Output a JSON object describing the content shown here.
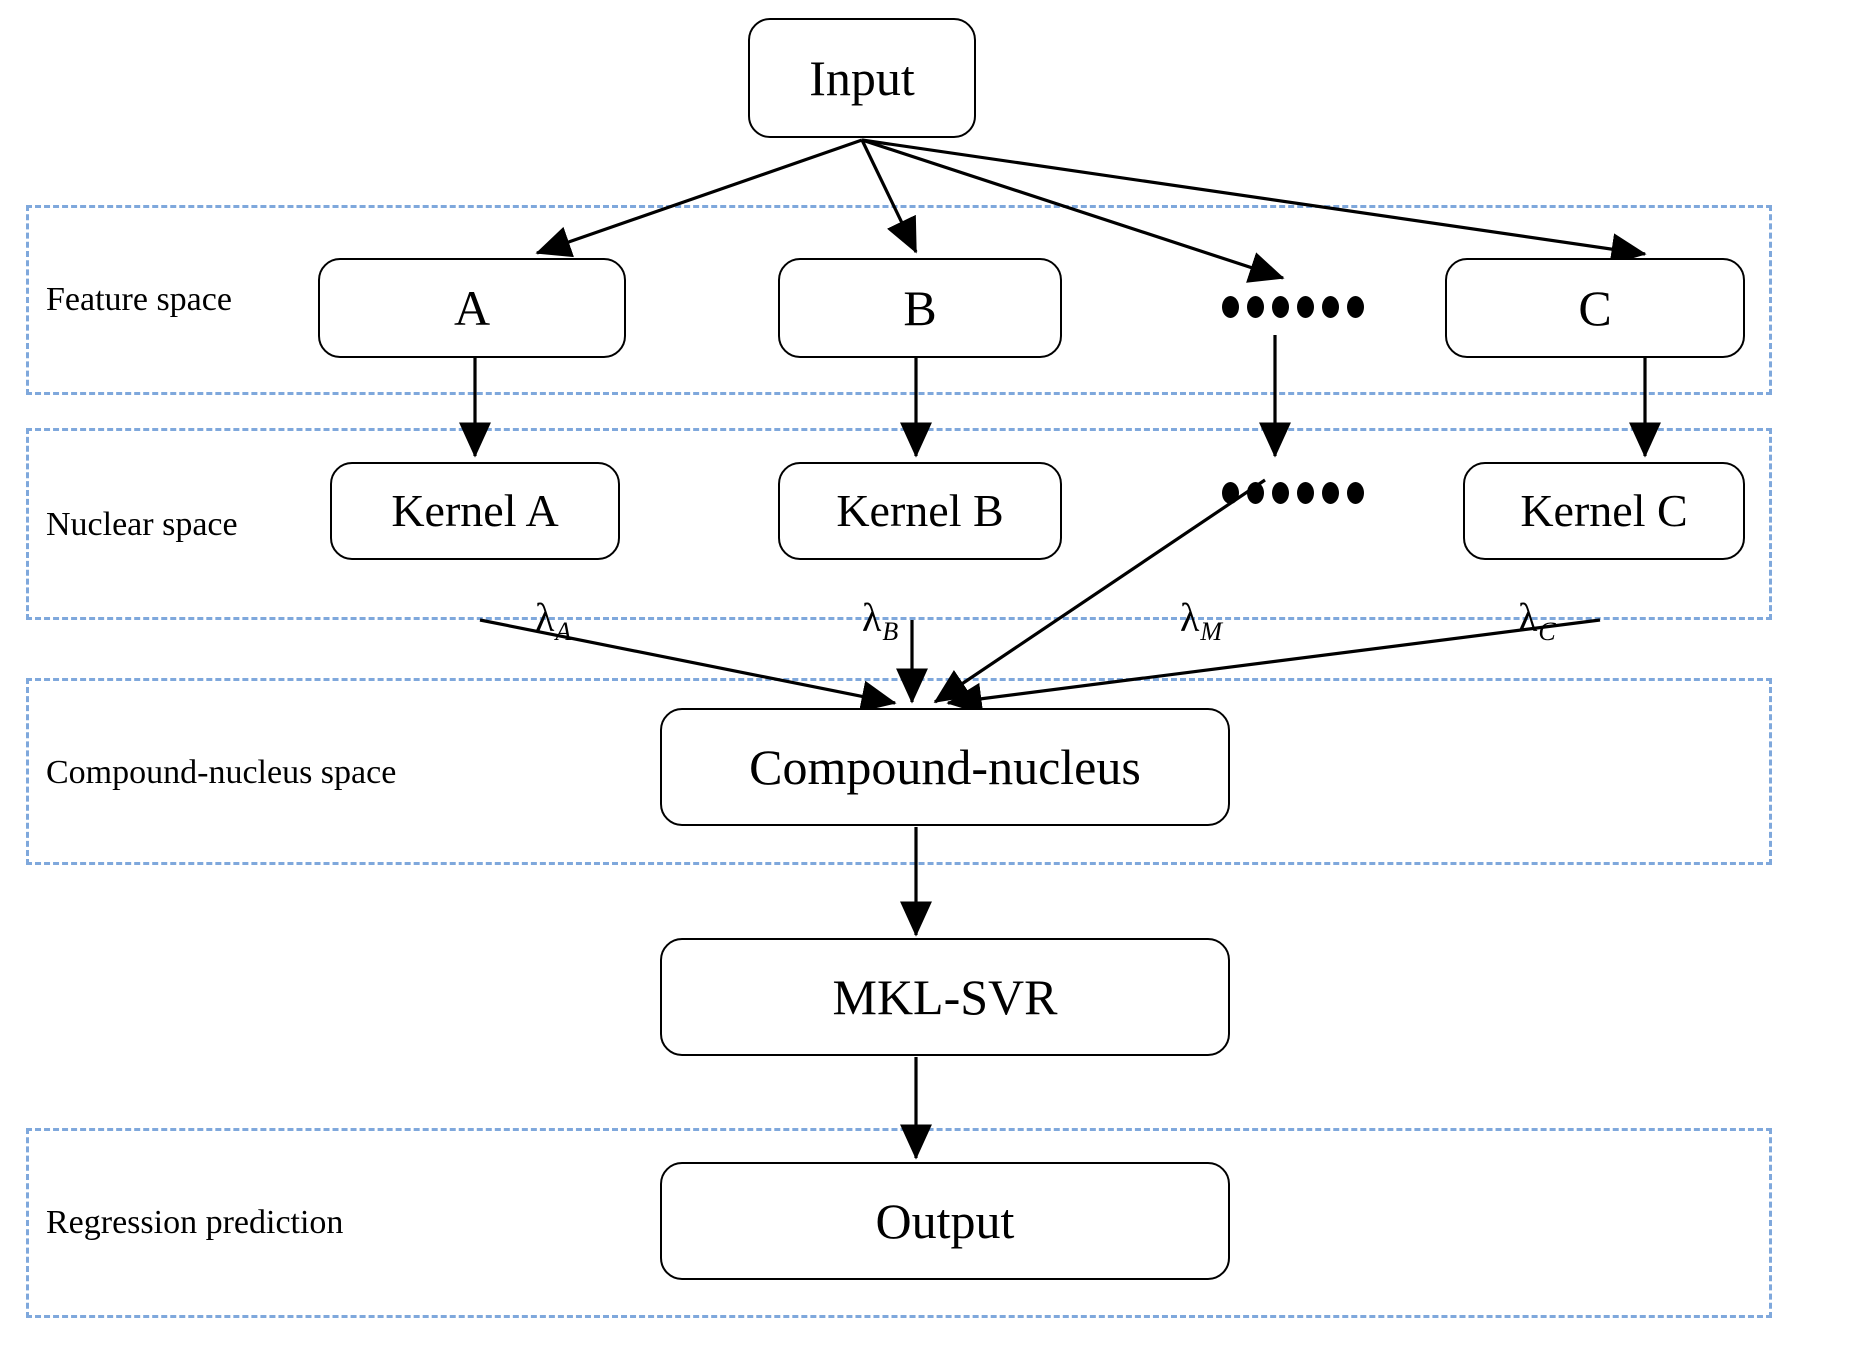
{
  "diagram": {
    "title": "MKL-SVR multiple kernel learning architecture",
    "accent_dashed_color": "#7FA8DC",
    "line_color": "#000000",
    "background": "#ffffff"
  },
  "regions": [
    {
      "key": "feature",
      "label": "Feature space"
    },
    {
      "key": "nuclear",
      "label": "Nuclear space"
    },
    {
      "key": "compound",
      "label": "Compound-nucleus space"
    },
    {
      "key": "regression",
      "label": "Regression prediction"
    }
  ],
  "nodes": {
    "input": "Input",
    "feature_a": "A",
    "feature_b": "B",
    "feature_c": "C",
    "kernel_a": "Kernel A",
    "kernel_b": "Kernel B",
    "kernel_c": "Kernel C",
    "compound_nucleus": "Compound-nucleus",
    "mkl_svr": "MKL-SVR",
    "output": "Output"
  },
  "ellipsis": {
    "feature_row": "●●●●●●",
    "kernel_row": "●●●●●●",
    "dot_count": 6
  },
  "weights": [
    {
      "symbol": "λ",
      "subscript": "A"
    },
    {
      "symbol": "λ",
      "subscript": "B"
    },
    {
      "symbol": "λ",
      "subscript": "M"
    },
    {
      "symbol": "λ",
      "subscript": "C"
    }
  ]
}
